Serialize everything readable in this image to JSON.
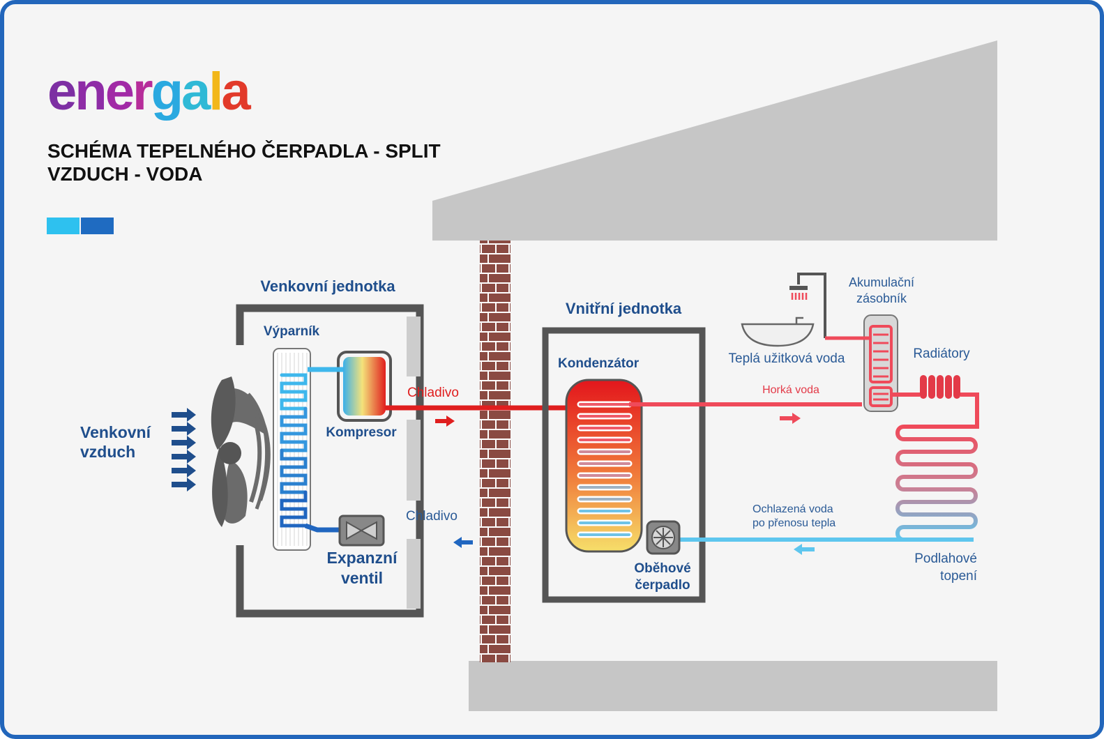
{
  "logo": {
    "letters": [
      {
        "ch": "e",
        "color": "#7d2fa3"
      },
      {
        "ch": "n",
        "color": "#8e2ca6"
      },
      {
        "ch": "e",
        "color": "#a12aa6"
      },
      {
        "ch": "r",
        "color": "#b62d9a"
      },
      {
        "ch": "g",
        "color": "#2aa9e0"
      },
      {
        "ch": "a",
        "color": "#2fb9d6"
      },
      {
        "ch": "l",
        "color": "#f2b719"
      },
      {
        "ch": "a",
        "color": "#e23a2a"
      }
    ]
  },
  "title": {
    "line1": "SCHÉMA TEPELNÉHO ČERPADLA - SPLIT",
    "line2": "VZDUCH - VODA"
  },
  "colors": {
    "frame": "#2266bb",
    "accent_light": "#2ec1ef",
    "accent_dark": "#1f6bc1",
    "hot": "#e02020",
    "cold": "#2b8fd8",
    "label_dark": "#1f4e8c"
  },
  "labels": {
    "venkovni_jednotka": "Venkovní jednotka",
    "vyparnik": "Výparník",
    "kompresor": "Kompresor",
    "venkovni_vzduch_1": "Venkovní",
    "venkovni_vzduch_2": "vzduch",
    "expanzni_1": "Expanzní",
    "expanzni_2": "ventil",
    "chladivo_hot": "Chladivo",
    "chladivo_cold": "Chladivo",
    "vnitrni_jednotka": "Vnitřní jednotka",
    "kondenzator": "Kondenzátor",
    "obehove_1": "Oběhové",
    "obehove_2": "čerpadlo",
    "horka_voda": "Horká voda",
    "ochlazena_1": "Ochlazená voda",
    "ochlazena_2": "po přenosu tepla",
    "tepla_voda": "Teplá užitková voda",
    "akumulacni_1": "Akumulační",
    "akumulacni_2": "zásobník",
    "radiatory": "Radiátory",
    "podlahove_1": "Podlahové",
    "podlahove_2": "topení"
  }
}
